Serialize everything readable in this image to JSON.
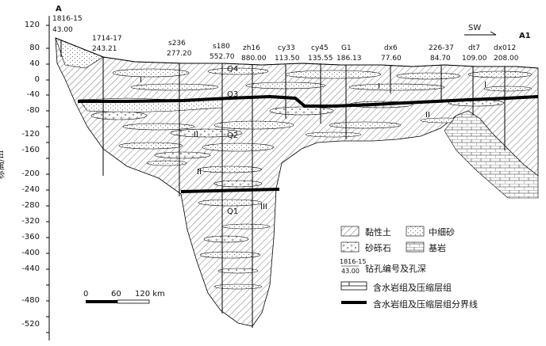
{
  "section": {
    "end_left": "A",
    "end_right": "A1",
    "direction": "SW",
    "ylabel": "标高/m",
    "yticks": [
      "120",
      "80",
      "40",
      "0",
      "-40",
      "-80",
      "-120",
      "-160",
      "-200",
      "-240",
      "-280",
      "-320",
      "-360",
      "-400",
      "-440",
      "-480",
      "-520"
    ]
  },
  "boreholes": [
    {
      "id": "1816-15",
      "depth": "43.00"
    },
    {
      "id": "1714-17",
      "depth": "243.21"
    },
    {
      "id": "s236",
      "depth": "277.20"
    },
    {
      "id": "s180",
      "depth": "552.70"
    },
    {
      "id": "zh16",
      "depth": "880.00"
    },
    {
      "id": "cy33",
      "depth": "113.50"
    },
    {
      "id": "cy45",
      "depth": "135.55"
    },
    {
      "id": "G1",
      "depth": "186.13"
    },
    {
      "id": "dx6",
      "depth": "77.60"
    },
    {
      "id": "226-37",
      "depth": "84.70"
    },
    {
      "id": "dt7",
      "depth": "109.00"
    },
    {
      "id": "dx012",
      "depth": "208.00"
    }
  ],
  "labels": {
    "q4": "Q4",
    "q3": "Q3",
    "q2": "Q2",
    "q1": "Q1",
    "aq1a": "I",
    "aq1b": "I",
    "aq1c": "I",
    "aq2a": "II",
    "aq2b": "II",
    "aq2c": "II",
    "aq3": "III"
  },
  "legend": {
    "clay": "黏性土",
    "fine_sand": "中细砂",
    "gravel": "砂砾石",
    "bedrock": "基岩",
    "borehole_top": "1816-15",
    "borehole_bottom": "43.00",
    "borehole_desc": "钻孔编号及孔深",
    "aquifer": "含水岩组及压缩层组",
    "boundary": "含水岩组及压缩层组分界线"
  },
  "scale": {
    "zero": "0",
    "mid": "60",
    "end": "120 km"
  }
}
